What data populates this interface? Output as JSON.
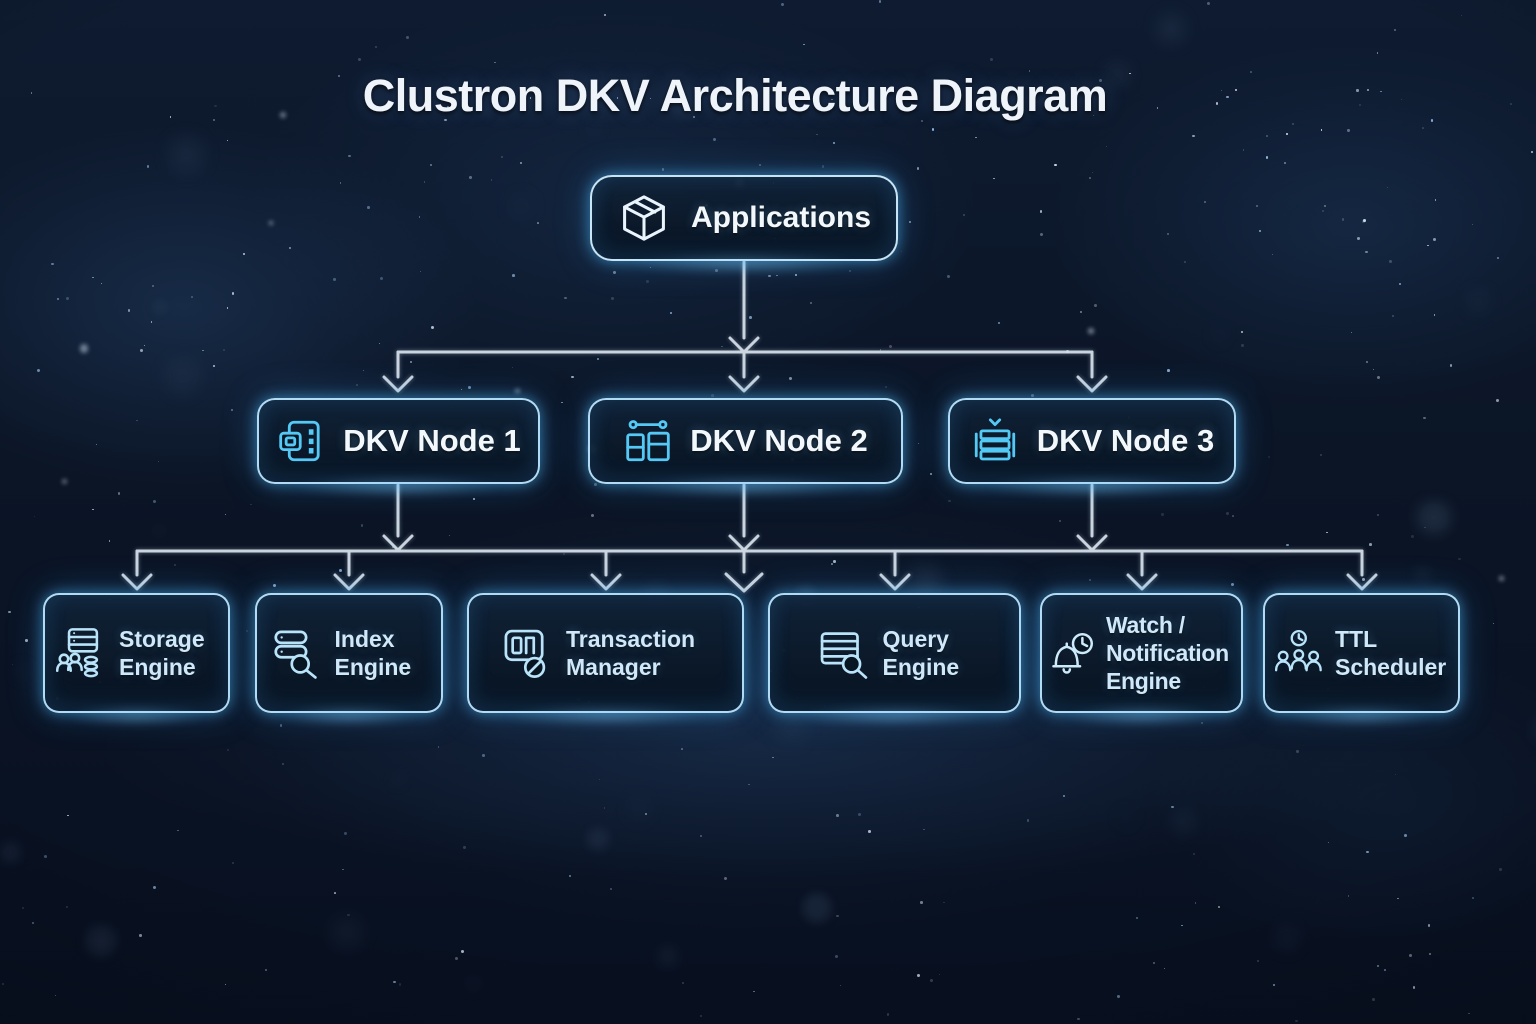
{
  "title": "Clustron DKV Architecture Diagram",
  "colors": {
    "background": "#0b1526",
    "box_border": "#bde8ff",
    "glow_accent": "#4fc3f7",
    "node_icon": "#55c9f6",
    "component_icon": "#b9e3f9",
    "connector_line": "#d7e0ea",
    "title_text": "#eef4fa",
    "node_text": "#f3f8fc",
    "component_text": "#cfe9fb"
  },
  "application": {
    "label": "Applications",
    "icon": "cube-icon"
  },
  "nodes": [
    {
      "label": "DKV Node 1",
      "icon": "memory-module-icon"
    },
    {
      "label": "DKV Node 2",
      "icon": "replication-link-icon"
    },
    {
      "label": "DKV Node 3",
      "icon": "server-stack-icon"
    }
  ],
  "components": [
    {
      "label": "Storage Engine",
      "icon": "database-users-icon"
    },
    {
      "label": "Index Engine",
      "icon": "database-search-icon"
    },
    {
      "label": "Transaction Manager",
      "icon": "transaction-block-icon"
    },
    {
      "label": "Query Engine",
      "icon": "table-search-icon"
    },
    {
      "label": "Watch / Notification Engine",
      "icon": "bell-clock-icon"
    },
    {
      "label": "TTL Scheduler",
      "icon": "clock-group-icon"
    }
  ]
}
